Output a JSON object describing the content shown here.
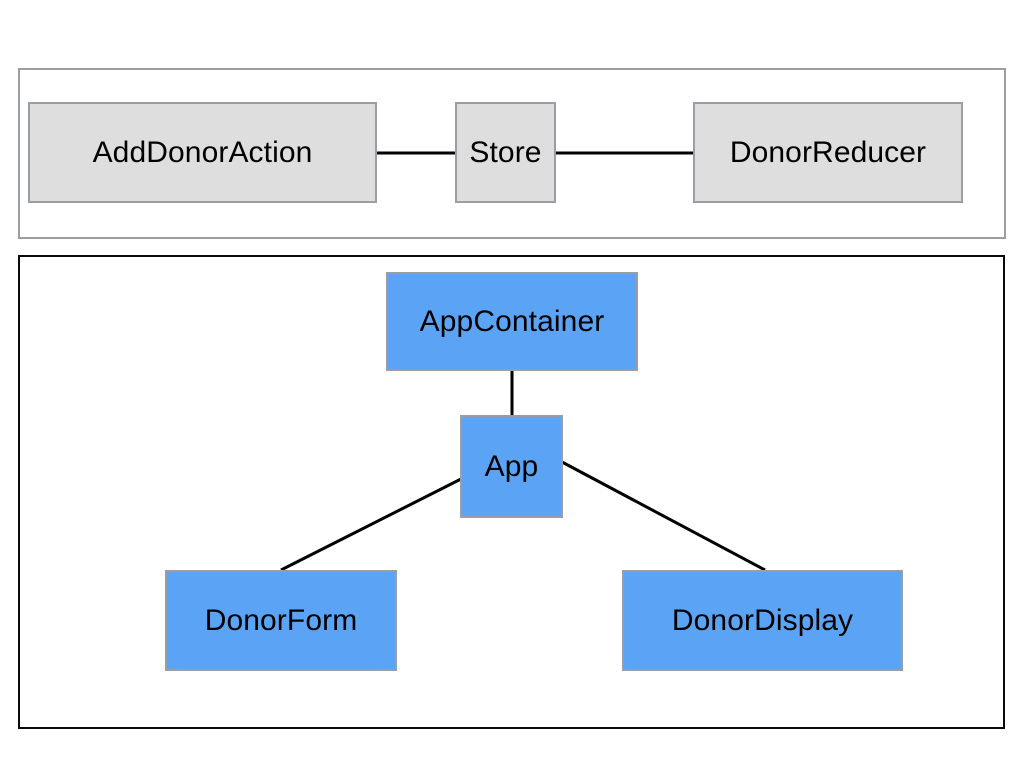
{
  "diagram": {
    "title": "Redux component and store architecture diagram",
    "background_color": "#ffffff",
    "panels": [
      {
        "id": "store-layer",
        "name": "store-layer-panel",
        "border_color": "#9a9da1",
        "nodes": [
          {
            "id": "adddonoraction",
            "label": "AddDonorAction",
            "fill": "#dedede",
            "border": "#9a9da1"
          },
          {
            "id": "store",
            "label": "Store",
            "fill": "#dedede",
            "border": "#9a9da1"
          },
          {
            "id": "donorreducer",
            "label": "DonorReducer",
            "fill": "#dedede",
            "border": "#9a9da1"
          }
        ]
      },
      {
        "id": "component-layer",
        "name": "component-layer-panel",
        "border_color": "#0a0a0a",
        "nodes": [
          {
            "id": "appcontainer",
            "label": "AppContainer",
            "fill": "#5ba4f5",
            "border": "#9a9da1"
          },
          {
            "id": "app",
            "label": "App",
            "fill": "#5ba4f5",
            "border": "#9a9da1"
          },
          {
            "id": "donorform",
            "label": "DonorForm",
            "fill": "#5ba4f5",
            "border": "#9a9da1"
          },
          {
            "id": "donordisplay",
            "label": "DonorDisplay",
            "fill": "#5ba4f5",
            "border": "#9a9da1"
          }
        ]
      }
    ],
    "edges": [
      {
        "id": "edge-adddonoraction-store",
        "from": "adddonoraction",
        "to": "store",
        "color": "#000000"
      },
      {
        "id": "edge-store-donorreducer",
        "from": "store",
        "to": "donorreducer",
        "color": "#000000"
      },
      {
        "id": "edge-appcontainer-app",
        "from": "appcontainer",
        "to": "app",
        "color": "#000000"
      },
      {
        "id": "edge-app-donorform",
        "from": "app",
        "to": "donorform",
        "color": "#000000"
      },
      {
        "id": "edge-app-donordisplay",
        "from": "app",
        "to": "donordisplay",
        "color": "#000000"
      }
    ]
  },
  "labels": {
    "adddonoraction": "AddDonorAction",
    "store": "Store",
    "donorreducer": "DonorReducer",
    "appcontainer": "AppContainer",
    "app": "App",
    "donorform": "DonorForm",
    "donordisplay": "DonorDisplay"
  }
}
